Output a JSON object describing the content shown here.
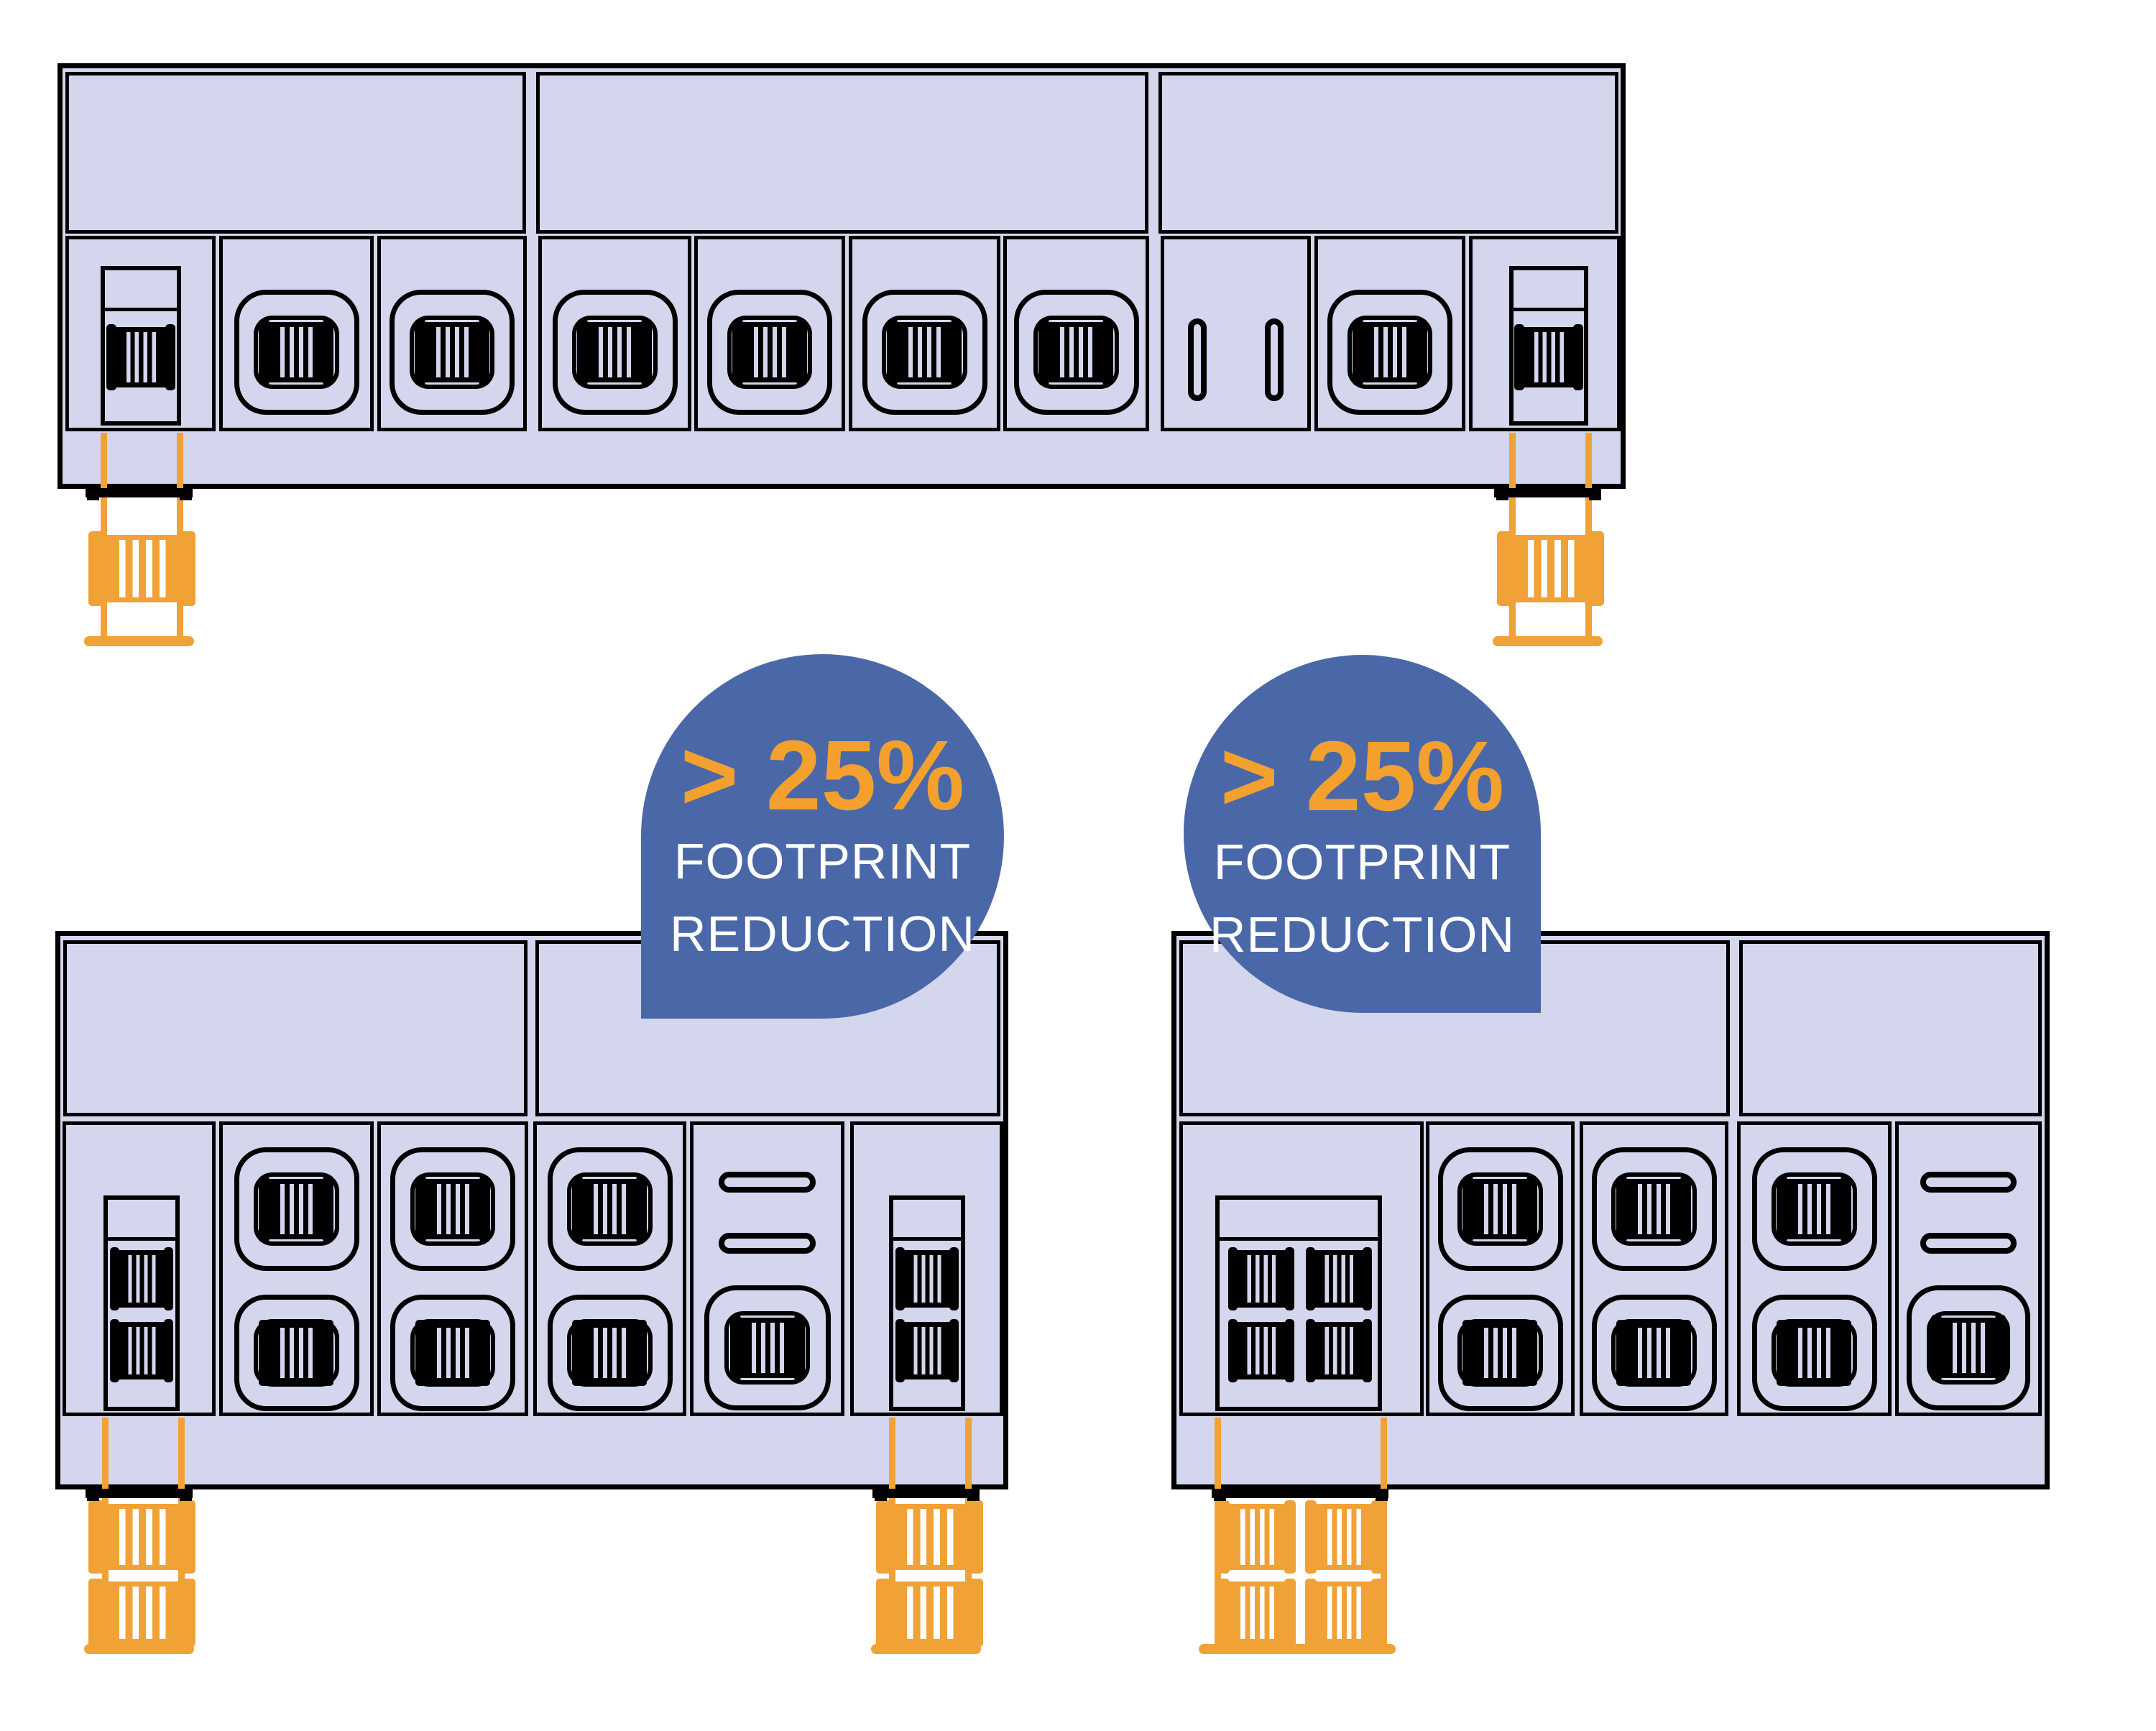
{
  "page": {
    "background": "#ffffff",
    "description": "Technical front-view line diagram comparing an original long inline machine (top) with two compact machines (bottom), each compact machine annotated with a footprint-reduction badge"
  },
  "colors": {
    "page_bg": "#ffffff",
    "panel": "#d3d6ec",
    "ink": "#000000",
    "accent": "#f1a237",
    "badge_blue": "#4a68a8",
    "badge_value": "#f3a02f",
    "badge_label": "#ffffff"
  },
  "badges": [
    {
      "value": "> 25%",
      "label_line1": "FOOTPRINT",
      "label_line2": "REDUCTION",
      "tail_direction": "bottom-left"
    },
    {
      "value": "> 25%",
      "label_line1": "FOOTPRINT",
      "label_line2": "REDUCTION",
      "tail_direction": "bottom-right"
    }
  ],
  "machines": [
    {
      "name": "original-inline-machine",
      "position": "top",
      "top_panels": 3,
      "modules": [
        "door-coil",
        "coil",
        "coil",
        "coil",
        "coil",
        "coil",
        "coil",
        "slots",
        "coil",
        "door-coil"
      ],
      "legs": [
        "single-roller-left",
        "single-roller-right"
      ]
    },
    {
      "name": "compact-machine-left",
      "position": "bottom-left",
      "top_panels": 2,
      "modules": [
        "door-double-coil",
        "double-coil",
        "double-coil",
        "double-coil",
        "slots-plus-coil",
        "door-double-coil"
      ],
      "legs": [
        "double-roller-left",
        "double-roller-right"
      ]
    },
    {
      "name": "compact-machine-right",
      "position": "bottom-right",
      "top_panels": 2,
      "modules": [
        "door-quad-coil",
        "double-coil",
        "double-coil",
        "double-coil",
        "slots-plus-coil"
      ],
      "legs": [
        "quad-roller"
      ]
    }
  ],
  "icons": {
    "coil-icon": "black striped coil block",
    "roller-icon": "orange striped roller",
    "slot-icon": "outlined stadium slot"
  }
}
